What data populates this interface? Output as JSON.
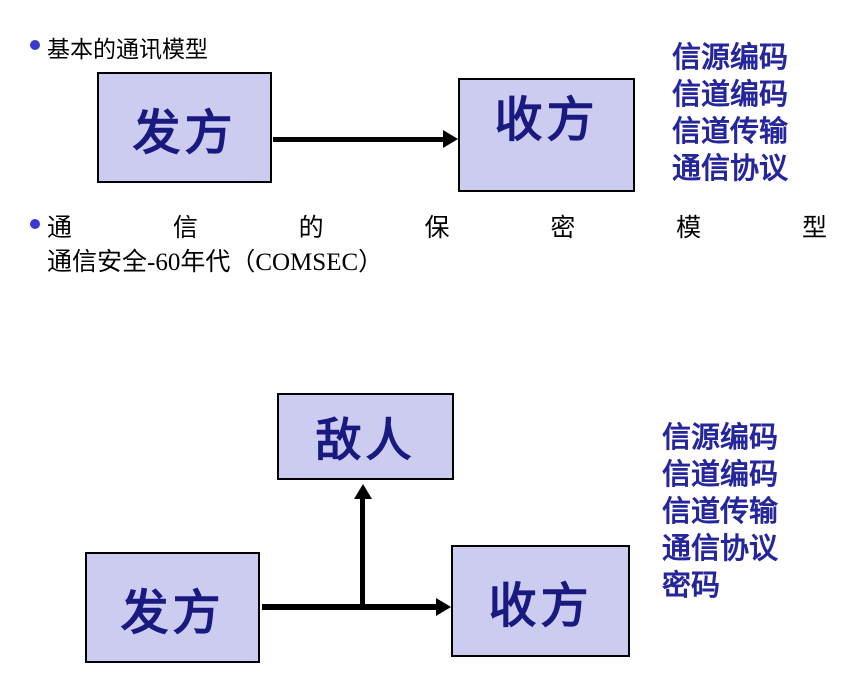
{
  "colors": {
    "background": "#ffffff",
    "box_fill": "#ccccf0",
    "box_border": "#000000",
    "box_text": "#191980",
    "list_text": "#26269c",
    "bullet_dot": "#3a3ace",
    "body_text": "#000000",
    "arrow": "#000000"
  },
  "bullet1": {
    "label": "基本的通讯模型"
  },
  "bullet2": {
    "chars": [
      "通",
      "信",
      "的",
      "保",
      "密",
      "模",
      "型"
    ],
    "line2": "通信安全-60年代（COMSEC）"
  },
  "diagram_top": {
    "sender": "发方",
    "receiver": "收方",
    "list": [
      "信源编码",
      "信道编码",
      "信道传输",
      "通信协议"
    ]
  },
  "diagram_bottom": {
    "enemy": "敌人",
    "sender": "发方",
    "receiver": "收方",
    "list": [
      "信源编码",
      "信道编码",
      "信道传输",
      "通信协议",
      "密码"
    ]
  }
}
